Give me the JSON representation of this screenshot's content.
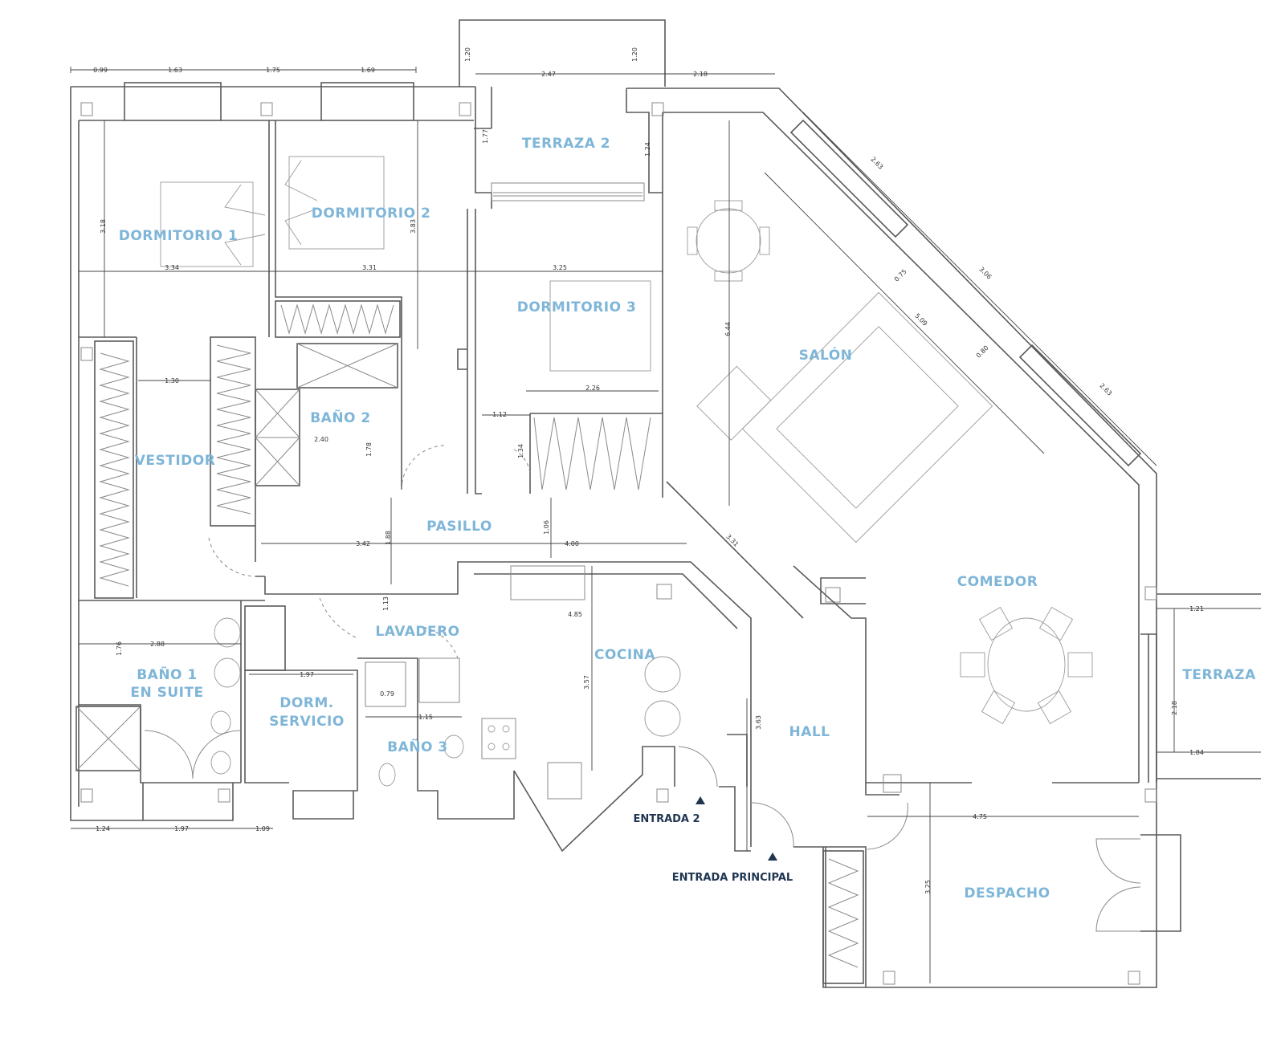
{
  "rooms": {
    "terraza_2": "TERRAZA 2",
    "dormitorio_1": "DORMITORIO 1",
    "dormitorio_2": "DORMITORIO 2",
    "dormitorio_3": "DORMITORIO 3",
    "salon": "SALÓN",
    "vestidor": "VESTIDOR",
    "bano_2": "BAÑO 2",
    "pasillo": "PASILLO",
    "comedor": "COMEDOR",
    "lavadero": "LAVADERO",
    "cocina": "COCINA",
    "bano_1_line1": "BAÑO 1",
    "bano_1_line2": "EN SUITE",
    "dorm_servicio_line1": "DORM.",
    "dorm_servicio_line2": "SERVICIO",
    "bano_3": "BAÑO 3",
    "hall": "HALL",
    "terraza": "TERRAZA",
    "despacho": "DESPACHO"
  },
  "entrances": {
    "entrada_2": "ENTRADA 2",
    "entrada_principal": "ENTRADA PRINCIPAL"
  },
  "dimensions": [
    "0.99",
    "1.63",
    "1.75",
    "1.69",
    "1.20",
    "1.20",
    "2.47",
    "2.18",
    "1.77",
    "1.24",
    "3.18",
    "3.83",
    "3.34",
    "3.31",
    "3.25",
    "2.63",
    "3.06",
    "2.63",
    "0.75",
    "5.09",
    "0.80",
    "6.44",
    "2.26",
    "1.12",
    "1.34",
    "1.30",
    "2.40",
    "1.78",
    "3.42",
    "1.88",
    "1.06",
    "4.00",
    "3.31",
    "1.13",
    "4.85",
    "3.57",
    "1.76",
    "2.88",
    "1.97",
    "0.79",
    "1.15",
    "3.63",
    "4.75",
    "3.25",
    "1.21",
    "2.18",
    "1.84",
    "1.24",
    "1.97",
    "1.09"
  ],
  "colors": {
    "room_label": "#7fb6d8",
    "entry_label": "#1f3550",
    "walls": "#5a5a5a"
  }
}
